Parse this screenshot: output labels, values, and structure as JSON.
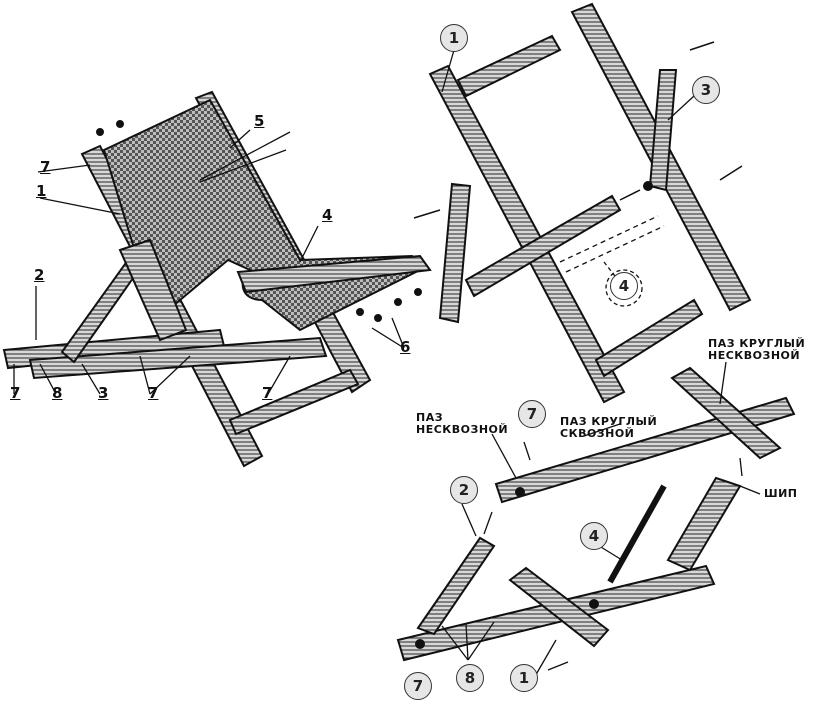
{
  "labels": {
    "assembled": {
      "n1": "1",
      "n2": "2",
      "n3": "3",
      "n4": "4",
      "n5": "5",
      "n6": "6",
      "n7a": "7",
      "n7b": "7",
      "n7c": "7",
      "n7d": "7",
      "n8": "8"
    },
    "frame": {
      "c1": "1",
      "c3": "3",
      "c4": "4"
    },
    "base": {
      "c7top": "7",
      "c2": "2",
      "c4": "4",
      "c7bot": "7",
      "c8": "8",
      "c1": "1"
    }
  },
  "captions": {
    "paz_neskvoznoy_1": "ПАЗ",
    "paz_neskvoznoy_2": "НЕСКВОЗНОЙ",
    "paz_kruglyy_skvoznoy_1": "ПАЗ КРУГЛЫЙ",
    "paz_kruglyy_skvoznoy_2": "СКВОЗНОЙ",
    "paz_kruglyy_neskvoznoy_1": "ПАЗ КРУГЛЫЙ",
    "paz_kruglyy_neskvoznoy_2": "НЕСКВОЗНОЙ",
    "ship": "ШИП"
  },
  "colors": {
    "wood": "#c8c8c8",
    "wood_dark": "#2a2a2a",
    "fabric": "#9a9a9a",
    "ink": "#111111"
  }
}
